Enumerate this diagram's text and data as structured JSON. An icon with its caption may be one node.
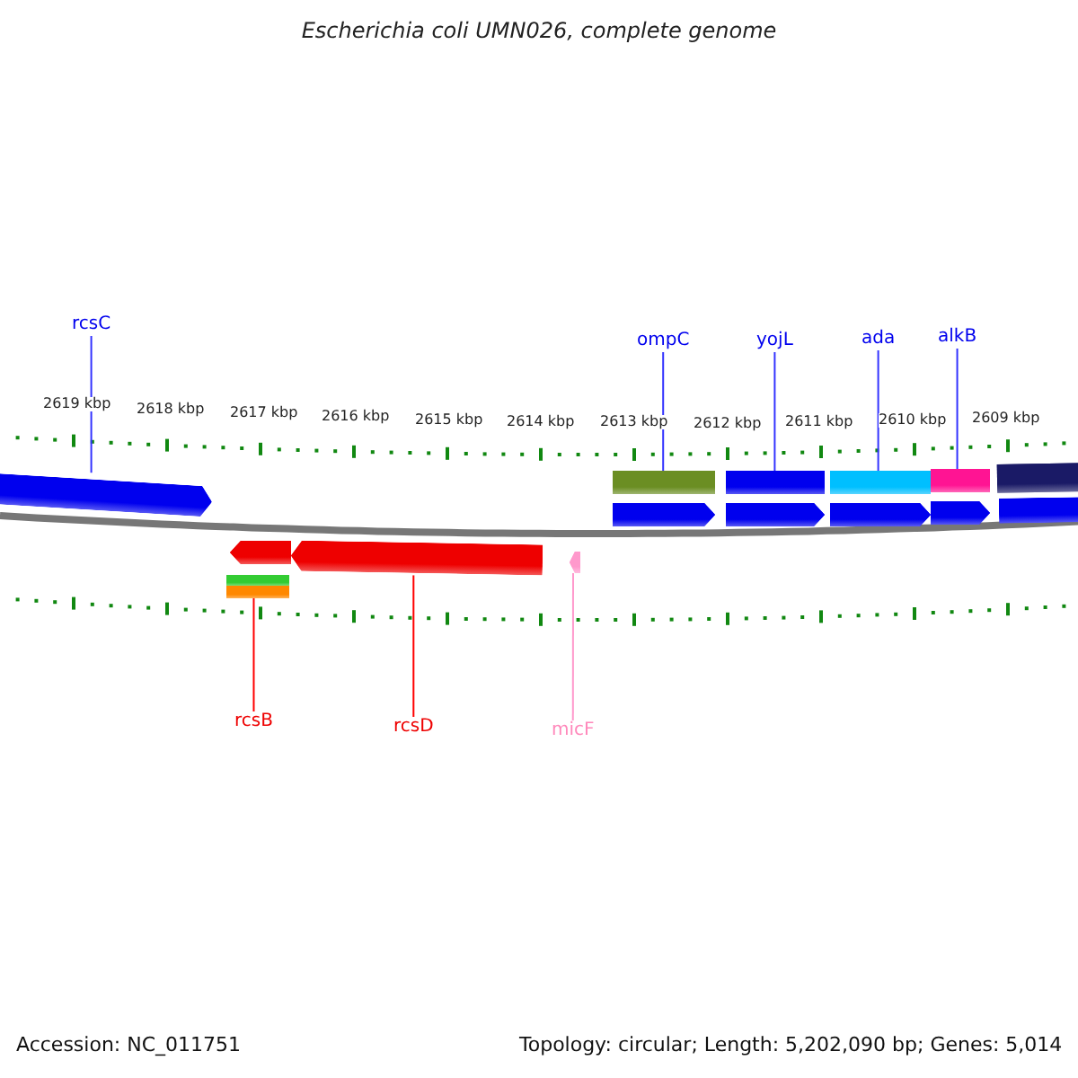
{
  "diagram": {
    "title": "Escherichia coli UMN026, complete genome",
    "nodes": [
      {
        "text": [
          "rcsC"
        ]
      },
      {
        "text": [
          "ompC"
        ]
      },
      {
        "text": [
          "yojL"
        ]
      },
      {
        "text": [
          "ada"
        ]
      },
      {
        "text": [
          "alkB"
        ]
      },
      {
        "text": [
          "rcsB"
        ]
      },
      {
        "text": [
          "rcsD"
        ]
      },
      {
        "text": [
          "micF"
        ]
      },
      {
        "text": [],
        "shape": "arrow"
      },
      {
        "text": [],
        "shape": "arrow"
      },
      {
        "text": [],
        "shape": "bar"
      },
      {
        "text": [],
        "shape": "bar"
      },
      {
        "text": [],
        "shape": "arrow"
      },
      {
        "text": [],
        "shape": "arrow"
      },
      {
        "text": [],
        "shape": "bar"
      },
      {
        "text": [],
        "shape": "arrow"
      },
      {
        "text": [],
        "shape": "bar"
      },
      {
        "text": [],
        "shape": "arrow"
      },
      {
        "text": [],
        "shape": "bar"
      },
      {
        "text": [],
        "shape": "bar"
      },
      {
        "text": [],
        "shape": "arrow"
      },
      {
        "text": [],
        "shape": "arrow"
      },
      {
        "text": [],
        "shape": "bar"
      },
      {
        "text": [],
        "shape": "arrow"
      }
    ],
    "edges": [
      {
        "from": 0,
        "to": 8,
        "arrow": "none"
      },
      {
        "from": 1,
        "to": 14,
        "arrow": "none"
      },
      {
        "from": 2,
        "to": 16,
        "arrow": "none"
      },
      {
        "from": 3,
        "to": 18,
        "arrow": "none"
      },
      {
        "from": 4,
        "to": 19,
        "arrow": "none"
      },
      {
        "from": 5,
        "to": 11,
        "arrow": "none",
        "color": "#ff0000"
      },
      {
        "from": 6,
        "to": 12,
        "arrow": "none",
        "color": "#ff0000"
      },
      {
        "from": 7,
        "to": 13,
        "arrow": "none",
        "color": "#ff99cc"
      }
    ],
    "labels": [
      "2619 kbp",
      "2618 kbp",
      "2617 kbp",
      "2616 kbp",
      "2615 kbp",
      "2614 kbp",
      "2613 kbp",
      "2612 kbp",
      "2611 kbp",
      "2610 kbp",
      "2609 kbp",
      "Accession: NC_011751",
      "Topology: circular; Length: 5,202,090 bp; Genes: 5,014"
    ]
  }
}
